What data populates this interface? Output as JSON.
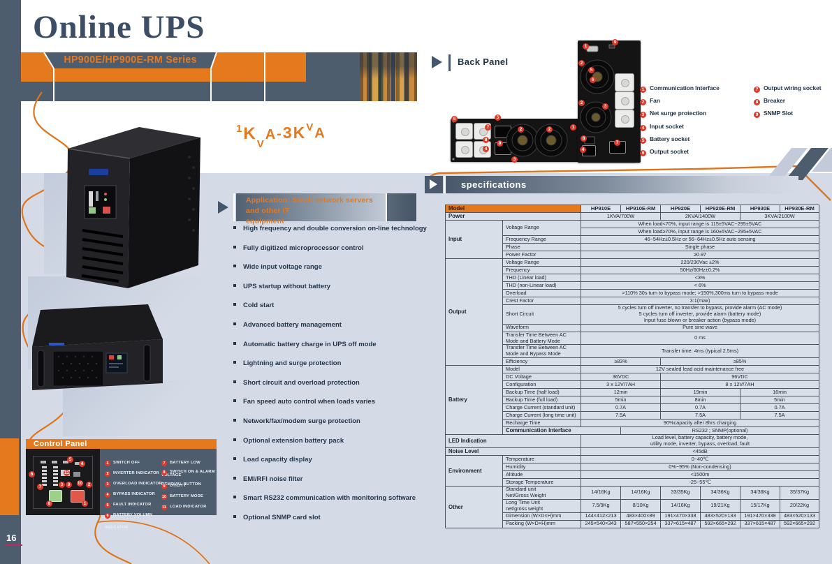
{
  "page": {
    "number": "16"
  },
  "colors": {
    "orange": "#E5791E",
    "slate": "#4E5D6E",
    "navy_text": "#1E3349",
    "page_grey": "#D5DBE6",
    "badge_red": "#DE3A2C",
    "page_underline": "#C52568"
  },
  "icons": {
    "section_marker": "play-triangle-icon",
    "legend_marker": "numbered-red-dot-icon",
    "bullet": "square-bullet-icon"
  },
  "header": {
    "title": "Online UPS",
    "series": "HP900E/HP900E-RM Series",
    "range": "1KVA-3KVA",
    "range_letters": [
      {
        "ch": "1",
        "s": 15,
        "dy": 0
      },
      {
        "ch": "K",
        "s": 24,
        "dy": 10
      },
      {
        "ch": "V",
        "s": 15,
        "dy": 22
      },
      {
        "ch": "A",
        "s": 20,
        "dy": 10
      },
      {
        "ch": "-",
        "s": 20,
        "dy": 9
      },
      {
        "ch": "3",
        "s": 23,
        "dy": 9
      },
      {
        "ch": "K",
        "s": 23,
        "dy": 9
      },
      {
        "ch": "V",
        "s": 15,
        "dy": -2
      },
      {
        "ch": "A",
        "s": 20,
        "dy": 8
      }
    ]
  },
  "back_panel": {
    "title": "Back Panel",
    "legend_left": [
      {
        "num": "1",
        "label": "Communication Interface"
      },
      {
        "num": "2",
        "label": "Fan"
      },
      {
        "num": "3",
        "label": "Net surge protection"
      },
      {
        "num": "4",
        "label": "Input socket"
      },
      {
        "num": "5",
        "label": "Battery socket"
      },
      {
        "num": "6",
        "label": "Output socket"
      }
    ],
    "legend_right": [
      {
        "num": "7",
        "label": "Output wiring socket"
      },
      {
        "num": "8",
        "label": "Breaker"
      },
      {
        "num": "9",
        "label": "SNMP Slot"
      }
    ],
    "marker_numbers": {
      "rack": [
        "6",
        "5",
        "7",
        "8",
        "4",
        "9",
        "2",
        "2",
        "1",
        "3"
      ],
      "tower": [
        "9",
        "1",
        "2",
        "5",
        "6",
        "2",
        "3",
        "8",
        "7",
        "4"
      ]
    }
  },
  "application": {
    "line1": "Application: Small network servers and other IT",
    "line2": "equipment"
  },
  "features": [
    "High frequency and double conversion on-line technology",
    "Fully digitized microprocessor control",
    "Wide input voltage range",
    "UPS startup without battery",
    "Cold start",
    "Advanced battery management",
    "Automatic battery charge in UPS off mode",
    "Lightning and surge protection",
    "Short circuit and overload protection",
    "Fan speed auto control when loads varies",
    "Network/fax/modem surge protection",
    "Optional extension battery pack",
    "Load capacity display",
    "EMI/RFI noise filter",
    "Smart RS232 communication with monitoring software",
    "Optional SNMP card slot"
  ],
  "control_panel": {
    "title": "Control Panel",
    "legend_left": [
      {
        "num": "1",
        "label": "SWITCH OFF"
      },
      {
        "num": "2",
        "label": "INVERTER INDICATOR"
      },
      {
        "num": "3",
        "label": "OVERLOAD INDICATOR"
      },
      {
        "num": "4",
        "label": "BYPASS INDICATOR"
      },
      {
        "num": "5",
        "label": "FAULT INDICATOR"
      },
      {
        "num": "6",
        "label": "BATTERY VOLUMN INDICATOR"
      }
    ],
    "legend_right": [
      {
        "num": "7",
        "label": "BATTERY LOW VOLTAGE"
      },
      {
        "num": "8",
        "label": "SWITCH ON & ALARM\nREMOVAL BUTTON"
      },
      {
        "num": "9",
        "label": "UTILITY"
      },
      {
        "num": "10",
        "label": "BATTERY MODE"
      },
      {
        "num": "11",
        "label": "LOAD INDICATOR"
      }
    ],
    "marker_numbers": [
      "5",
      "4",
      "6",
      "7",
      "11",
      "3",
      "9",
      "10",
      "2",
      "8",
      "1"
    ]
  },
  "specifications": {
    "title": "specifications",
    "table": {
      "models": [
        "HP910E",
        "HP910E-RM",
        "HP920E",
        "HP920E-RM",
        "HP930E",
        "HP930E-RM"
      ],
      "rows": [
        {
          "type": "model",
          "label": "Model"
        },
        {
          "sec": "Power",
          "wide": 1,
          "cells": [
            [
              "1KVA/700W",
              2
            ],
            [
              "2KVA/1400W",
              2
            ],
            [
              "3KVA/2100W",
              2
            ]
          ]
        },
        {
          "sec": "Input",
          "secrows": 5,
          "label": "Voltage Range",
          "labelrows": 2,
          "cells": [
            [
              "When load<70%, input range is 115±5VAC~295±5VAC",
              6
            ]
          ]
        },
        {
          "cells": [
            [
              "When load≥70%, input range is 160±5VAC~295±5VAC",
              6
            ]
          ]
        },
        {
          "label": "Frequency Range",
          "cells": [
            [
              "46~54Hz±0.5Hz or 56~64Hz±0.5Hz auto sensing",
              6
            ]
          ]
        },
        {
          "label": "Phase",
          "cells": [
            [
              "Single phase",
              6
            ]
          ]
        },
        {
          "label": "Power Factor",
          "cells": [
            [
              "≥0.97",
              6
            ]
          ]
        },
        {
          "sec": "Output",
          "secrows": 11,
          "label": "Voltage Range",
          "cells": [
            [
              "220/230Vac ±2%",
              6
            ]
          ]
        },
        {
          "label": "Frequency",
          "cells": [
            [
              "50Hz/60Hz±0.2%",
              6
            ]
          ]
        },
        {
          "label": "THD (Linear load)",
          "cells": [
            [
              "<3%",
              6
            ]
          ]
        },
        {
          "label": "THD (non-Linear load)",
          "cells": [
            [
              "< 6%",
              6
            ]
          ]
        },
        {
          "label": "Overload",
          "cells": [
            [
              ">110% 30s turn to bypass mode; >150%,300ms turn to bypass mode",
              6
            ]
          ]
        },
        {
          "label": "Crest Factor",
          "cells": [
            [
              "3:1(max)",
              6
            ]
          ]
        },
        {
          "label": "Short Circuit",
          "cells": [
            [
              "5 cycles turn off inverter, no transfer to bypass, provide alarm (AC mode)\n5 cycles turn off inverter, provide alarm (battery mode)\nInput fuse blown or breaker action (bypass mode)",
              6
            ]
          ]
        },
        {
          "label": "Waveform",
          "cells": [
            [
              "Pure sine wave",
              6
            ]
          ]
        },
        {
          "label": "Transfer Time Between AC\nMode and Battery Mode",
          "cells": [
            [
              "0 ms",
              6
            ]
          ]
        },
        {
          "label": "Transfer Time Between AC\nMode and Bypass Mode",
          "cells": [
            [
              "Transfer time: 4ms (typical 2.5ms)",
              6
            ]
          ]
        },
        {
          "label": "Efficiency",
          "cells": [
            [
              "≥83%",
              2
            ],
            [
              "≥85%",
              4
            ]
          ]
        },
        {
          "sec": "Battery",
          "secrows": 9,
          "label": "Model",
          "cells": [
            [
              "12V sealed lead acid maintenance free",
              6
            ]
          ]
        },
        {
          "label": "DC Voltage",
          "cells": [
            [
              "36VDC",
              2
            ],
            [
              "96VDC",
              4
            ]
          ]
        },
        {
          "label": "Configuration",
          "cells": [
            [
              "3 x 12V/7AH",
              2
            ],
            [
              "8 x 12V/7AH",
              4
            ]
          ]
        },
        {
          "label": "Backup Time (half load)",
          "cells": [
            [
              "12min",
              2
            ],
            [
              "19min",
              2
            ],
            [
              "16min",
              2
            ]
          ]
        },
        {
          "label": "Backup Time (full load)",
          "cells": [
            [
              "5min",
              2
            ],
            [
              "8min",
              2
            ],
            [
              "5min",
              2
            ]
          ]
        },
        {
          "label": "Charge Current (standard unit)",
          "cells": [
            [
              "0.7A",
              2
            ],
            [
              "0.7A",
              2
            ],
            [
              "0.7A",
              2
            ]
          ]
        },
        {
          "label": "Charge Current (long time unit)",
          "cells": [
            [
              "7.5A",
              2
            ],
            [
              "7.5A",
              2
            ],
            [
              "7.5A",
              2
            ]
          ]
        },
        {
          "label": "Recharge Time",
          "cells": [
            [
              "90%capacity after 8hrs charging",
              6
            ]
          ]
        },
        {
          "sec": "Communication Interface",
          "wide": 1,
          "cells": [
            [
              "RS232 ; SNMP(optional)",
              6
            ]
          ]
        },
        {
          "sec": "LED Indication",
          "wide": 1,
          "cells": [
            [
              "Load level, battery capacity, battery mode,\nutility mode, inverter, bypass, overload, fault",
              6
            ]
          ]
        },
        {
          "sec": "Noise Level",
          "wide": 1,
          "cells": [
            [
              "<45dB",
              6
            ]
          ]
        },
        {
          "sec": "Environment",
          "secrows": 4,
          "label": "Temperature",
          "cells": [
            [
              "0~40℃",
              6
            ]
          ]
        },
        {
          "label": "Humidity",
          "cells": [
            [
              "0%~95% (Non-condensing)",
              6
            ]
          ]
        },
        {
          "label": "Altitude",
          "cells": [
            [
              "<1500m",
              6
            ]
          ]
        },
        {
          "label": "Storage Temperature",
          "cells": [
            [
              "-25~55℃",
              6
            ]
          ]
        },
        {
          "sec": "Other",
          "secrows": 4,
          "label": "Standard unit\nNet/Gross Weight",
          "cells": [
            [
              "14/16Kg",
              1
            ],
            [
              "14/16Kg",
              1
            ],
            [
              "33/35Kg",
              1
            ],
            [
              "34/36Kg",
              1
            ],
            [
              "34/36Kg",
              1
            ],
            [
              "35/37Kg",
              1
            ]
          ]
        },
        {
          "label": "Long Time Unit\nnet/gross weight",
          "cells": [
            [
              "7.5/9Kg",
              1
            ],
            [
              "8/10Kg",
              1
            ],
            [
              "14/16Kg",
              1
            ],
            [
              "19/21Kg",
              1
            ],
            [
              "15/17Kg",
              1
            ],
            [
              "20/22Kg",
              1
            ]
          ]
        },
        {
          "label": "Dimension (W×D×H)mm",
          "cells": [
            [
              "144×412×213",
              1
            ],
            [
              "483×400×89",
              1
            ],
            [
              "191×470×338",
              1
            ],
            [
              "483×520×133",
              1
            ],
            [
              "191×470×338",
              1
            ],
            [
              "483×520×133",
              1
            ]
          ]
        },
        {
          "label": "Packing (W×D×H)mm",
          "cells": [
            [
              "245×540×343",
              1
            ],
            [
              "587×550×254",
              1
            ],
            [
              "337×615×487",
              1
            ],
            [
              "592×665×292",
              1
            ],
            [
              "337×615×487",
              1
            ],
            [
              "592×665×292",
              1
            ]
          ]
        }
      ]
    }
  }
}
